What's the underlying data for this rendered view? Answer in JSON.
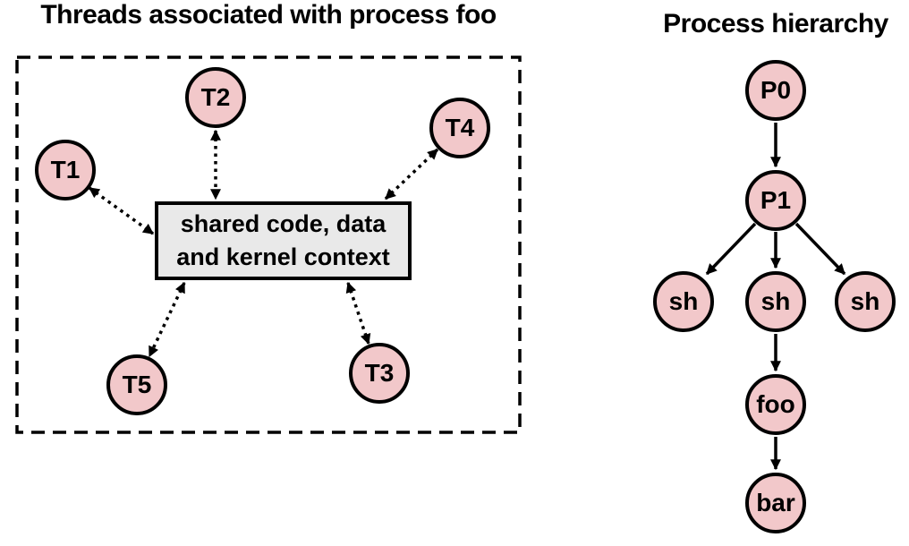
{
  "left_panel": {
    "title": "Threads associated with process foo",
    "shared_box": {
      "line1": "shared code, data",
      "line2": "and kernel context"
    },
    "threads": [
      {
        "id": "T1",
        "label": "T1"
      },
      {
        "id": "T2",
        "label": "T2"
      },
      {
        "id": "T4",
        "label": "T4"
      },
      {
        "id": "T5",
        "label": "T5"
      },
      {
        "id": "T3",
        "label": "T3"
      }
    ],
    "connections": [
      {
        "from": "T1",
        "to": "shared-box",
        "style": "dotted-double-arrow"
      },
      {
        "from": "T2",
        "to": "shared-box",
        "style": "dotted-double-arrow"
      },
      {
        "from": "T4",
        "to": "shared-box",
        "style": "dotted-double-arrow"
      },
      {
        "from": "T5",
        "to": "shared-box",
        "style": "dotted-double-arrow"
      },
      {
        "from": "T3",
        "to": "shared-box",
        "style": "dotted-double-arrow"
      }
    ]
  },
  "right_panel": {
    "title": "Process hierarchy",
    "nodes": [
      {
        "id": "P0",
        "label": "P0"
      },
      {
        "id": "P1",
        "label": "P1"
      },
      {
        "id": "sh1",
        "label": "sh"
      },
      {
        "id": "sh2",
        "label": "sh"
      },
      {
        "id": "sh3",
        "label": "sh"
      },
      {
        "id": "foo",
        "label": "foo"
      },
      {
        "id": "bar",
        "label": "bar"
      }
    ],
    "edges": [
      {
        "from": "P0",
        "to": "P1",
        "style": "solid-arrow"
      },
      {
        "from": "P1",
        "to": "sh1",
        "style": "solid-arrow"
      },
      {
        "from": "P1",
        "to": "sh2",
        "style": "solid-arrow"
      },
      {
        "from": "P1",
        "to": "sh3",
        "style": "solid-arrow"
      },
      {
        "from": "sh2",
        "to": "foo",
        "style": "solid-arrow"
      },
      {
        "from": "foo",
        "to": "bar",
        "style": "solid-arrow"
      }
    ]
  },
  "colors": {
    "node_fill": "#f2c8ca",
    "node_stroke": "#000000",
    "shared_box_fill": "#e9e9e9",
    "text": "#000000",
    "background": "#ffffff"
  }
}
